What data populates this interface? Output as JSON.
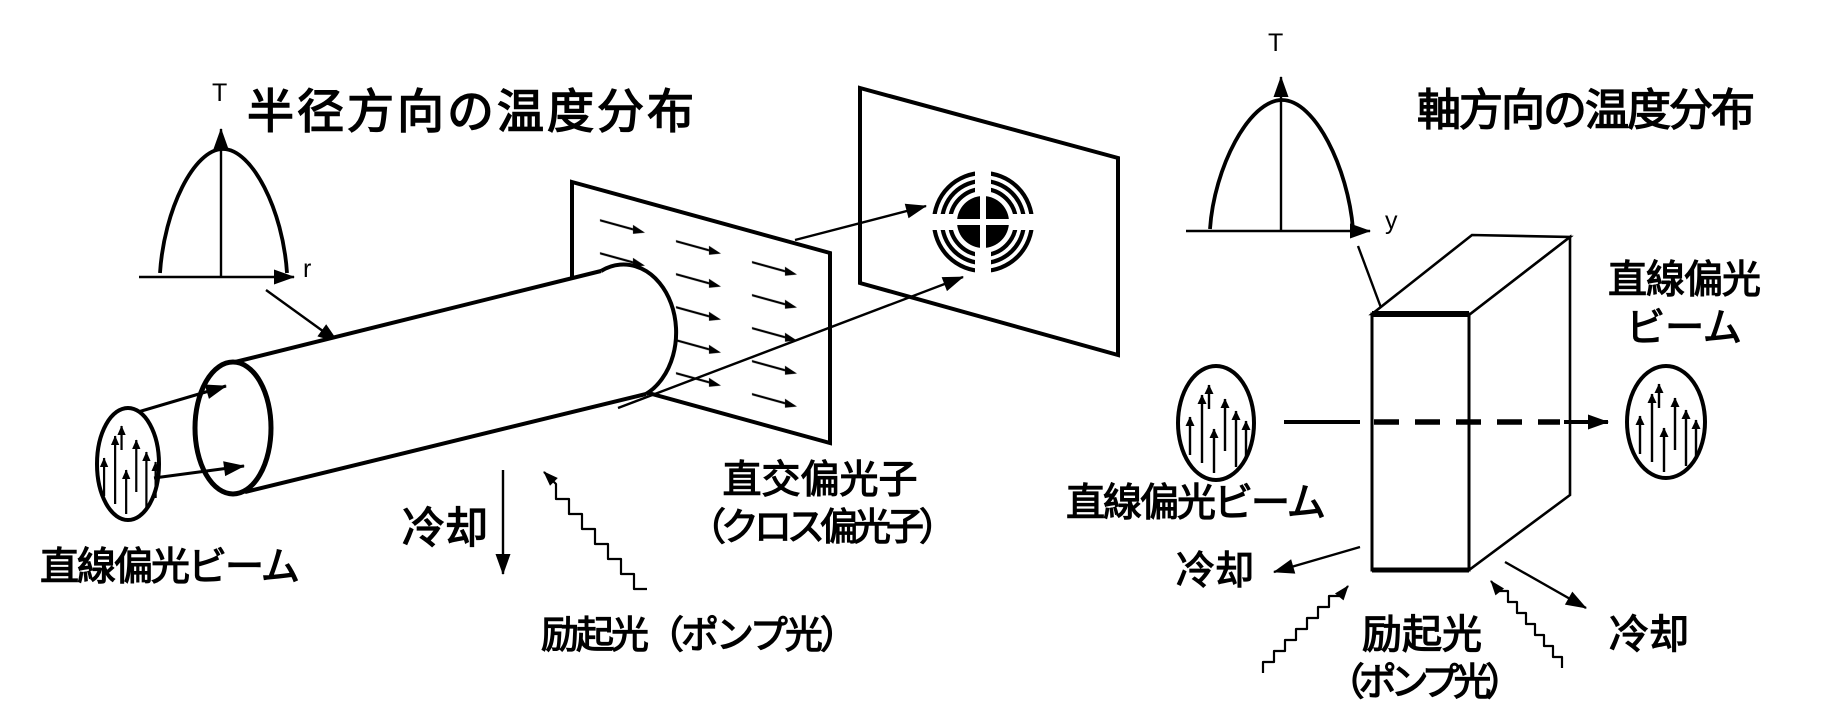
{
  "colors": {
    "background": "#ffffff",
    "ink": "#000000"
  },
  "left_figure": {
    "title": "半径方向の温度分布",
    "graph": {
      "y_axis": "T",
      "x_axis": "r"
    },
    "input_beam_label": "直線偏光ビーム",
    "cooling_label": "冷却",
    "pump_label": "励起光（ポンプ光）",
    "polarizer_label": {
      "line1": "直交偏光子",
      "line2": "（クロス偏光子）"
    }
  },
  "right_figure": {
    "title": "軸方向の温度分布",
    "graph": {
      "y_axis": "T",
      "x_axis": "y"
    },
    "input_beam_label": "直線偏光ビーム",
    "output_beam_label": {
      "line1": "直線偏光",
      "line2": "ビーム"
    },
    "cooling_left_label": "冷却",
    "cooling_right_label": "冷却",
    "pump_label": {
      "line1": "励起光",
      "line2": "（ポンプ光）"
    }
  }
}
